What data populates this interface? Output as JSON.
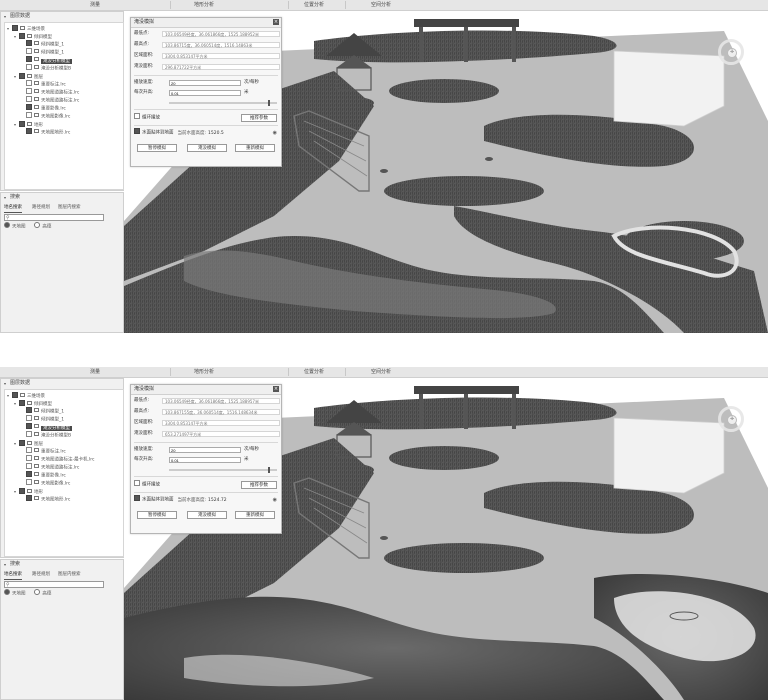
{
  "menu": [
    "测量",
    "地形分析",
    "位置分析",
    "空间分析"
  ],
  "layer_panel_title": "图层数据",
  "search_panel_title": "搜索",
  "search_tabs": [
    "地名搜索",
    "路径规划",
    "图层内搜索"
  ],
  "search_placeholder": "",
  "radio_labels": [
    "天地图",
    "高德"
  ],
  "screenshots": [
    {
      "tree": [
        {
          "label": "三维场景",
          "indent": 0,
          "checked": true,
          "expand": "▾"
        },
        {
          "label": "倾斜模型",
          "indent": 1,
          "checked": true,
          "expand": "▾"
        },
        {
          "label": "倾斜模型_1",
          "indent": 2,
          "checked": true,
          "expand": ""
        },
        {
          "label": "倾斜模型_1",
          "indent": 2,
          "checked": false,
          "expand": ""
        },
        {
          "label": "淹没分析模型",
          "indent": 2,
          "checked": true,
          "expand": "",
          "selected": true
        },
        {
          "label": "淹没分析模型B",
          "indent": 2,
          "checked": false,
          "expand": ""
        },
        {
          "label": "图层",
          "indent": 1,
          "checked": true,
          "expand": "▾"
        },
        {
          "label": "重要标注.lrc",
          "indent": 2,
          "checked": false,
          "expand": ""
        },
        {
          "label": "天地图道路标注.lrc",
          "indent": 2,
          "checked": false,
          "expand": ""
        },
        {
          "label": "天地图道路标注.lrc",
          "indent": 2,
          "checked": false,
          "expand": ""
        },
        {
          "label": "重要影像.lrc",
          "indent": 2,
          "checked": true,
          "expand": ""
        },
        {
          "label": "天地图影像.lrc",
          "indent": 2,
          "checked": false,
          "expand": ""
        },
        {
          "label": "地形",
          "indent": 1,
          "checked": true,
          "expand": "▾"
        },
        {
          "label": "天地图地形.lrc",
          "indent": 2,
          "checked": true,
          "expand": ""
        }
      ],
      "dialog": {
        "title": "淹没模拟",
        "info": [
          {
            "label": "最低点:",
            "value": "103.06549经度，36.061866度，1525.188952米"
          },
          {
            "label": "最高点:",
            "value": "103.86715度，36.060514度，1516.14863米"
          },
          {
            "label": "区域面积:",
            "value": "3304.0.853147平方米"
          },
          {
            "label": "淹没面积:",
            "value": "296.871722平方米"
          }
        ],
        "speed_label": "播放速度:",
        "speed_value": "20",
        "speed_unit": "次/每秒",
        "step_label": "每次升高:",
        "step_value": "0.01",
        "step_unit": "米",
        "slider_pos": 0.93,
        "loop_label": "循环播放",
        "loop_checked": false,
        "reset_label": "推荐参数",
        "water_label": "水面贴体到地面",
        "water_checked": true,
        "height_text": "当前水面高度:",
        "height_value": "1520.5",
        "buttons": [
          "暂停模拟",
          "淹没模拟",
          "重新模拟"
        ]
      }
    },
    {
      "tree": [
        {
          "label": "三维场景",
          "indent": 0,
          "checked": true,
          "expand": "▾"
        },
        {
          "label": "倾斜模型",
          "indent": 1,
          "checked": true,
          "expand": "▾"
        },
        {
          "label": "倾斜模型_1",
          "indent": 2,
          "checked": true,
          "expand": ""
        },
        {
          "label": "倾斜模型_1",
          "indent": 2,
          "checked": false,
          "expand": ""
        },
        {
          "label": "淹没分析模型",
          "indent": 2,
          "checked": true,
          "expand": "",
          "selected": true
        },
        {
          "label": "淹没分析模型B",
          "indent": 2,
          "checked": false,
          "expand": ""
        },
        {
          "label": "图层",
          "indent": 1,
          "checked": true,
          "expand": "▾"
        },
        {
          "label": "重要标注.lrc",
          "indent": 2,
          "checked": false,
          "expand": ""
        },
        {
          "label": "天地图道路标注-最卡机.lrc",
          "indent": 2,
          "checked": false,
          "expand": ""
        },
        {
          "label": "天地图道路标注.lrc",
          "indent": 2,
          "checked": false,
          "expand": ""
        },
        {
          "label": "重要影像.lrc",
          "indent": 2,
          "checked": true,
          "expand": ""
        },
        {
          "label": "天地图影像.lrc",
          "indent": 2,
          "checked": false,
          "expand": ""
        },
        {
          "label": "地形",
          "indent": 1,
          "checked": true,
          "expand": "▾"
        },
        {
          "label": "天地图地形.lrc",
          "indent": 2,
          "checked": true,
          "expand": ""
        }
      ],
      "dialog": {
        "title": "淹没模拟",
        "info": [
          {
            "label": "最低点:",
            "value": "103.06549经度，36.061866度，1525.188957米"
          },
          {
            "label": "最高点:",
            "value": "103.867155度，36.060514度，1516.148634米"
          },
          {
            "label": "区域面积:",
            "value": "3304.0.853147平方米"
          },
          {
            "label": "淹没面积:",
            "value": "653.271497平方米"
          }
        ],
        "speed_label": "播放速度:",
        "speed_value": "20",
        "speed_unit": "次/每秒",
        "step_label": "每次升高:",
        "step_value": "0.01",
        "step_unit": "米",
        "slider_pos": 0.93,
        "loop_label": "循环播放",
        "loop_checked": false,
        "reset_label": "推荐参数",
        "water_label": "水面贴体到地面",
        "water_checked": true,
        "height_text": "当前水面高度:",
        "height_value": "1524.72",
        "buttons": [
          "暂停模拟",
          "淹没模拟",
          "重新模拟"
        ]
      }
    }
  ]
}
